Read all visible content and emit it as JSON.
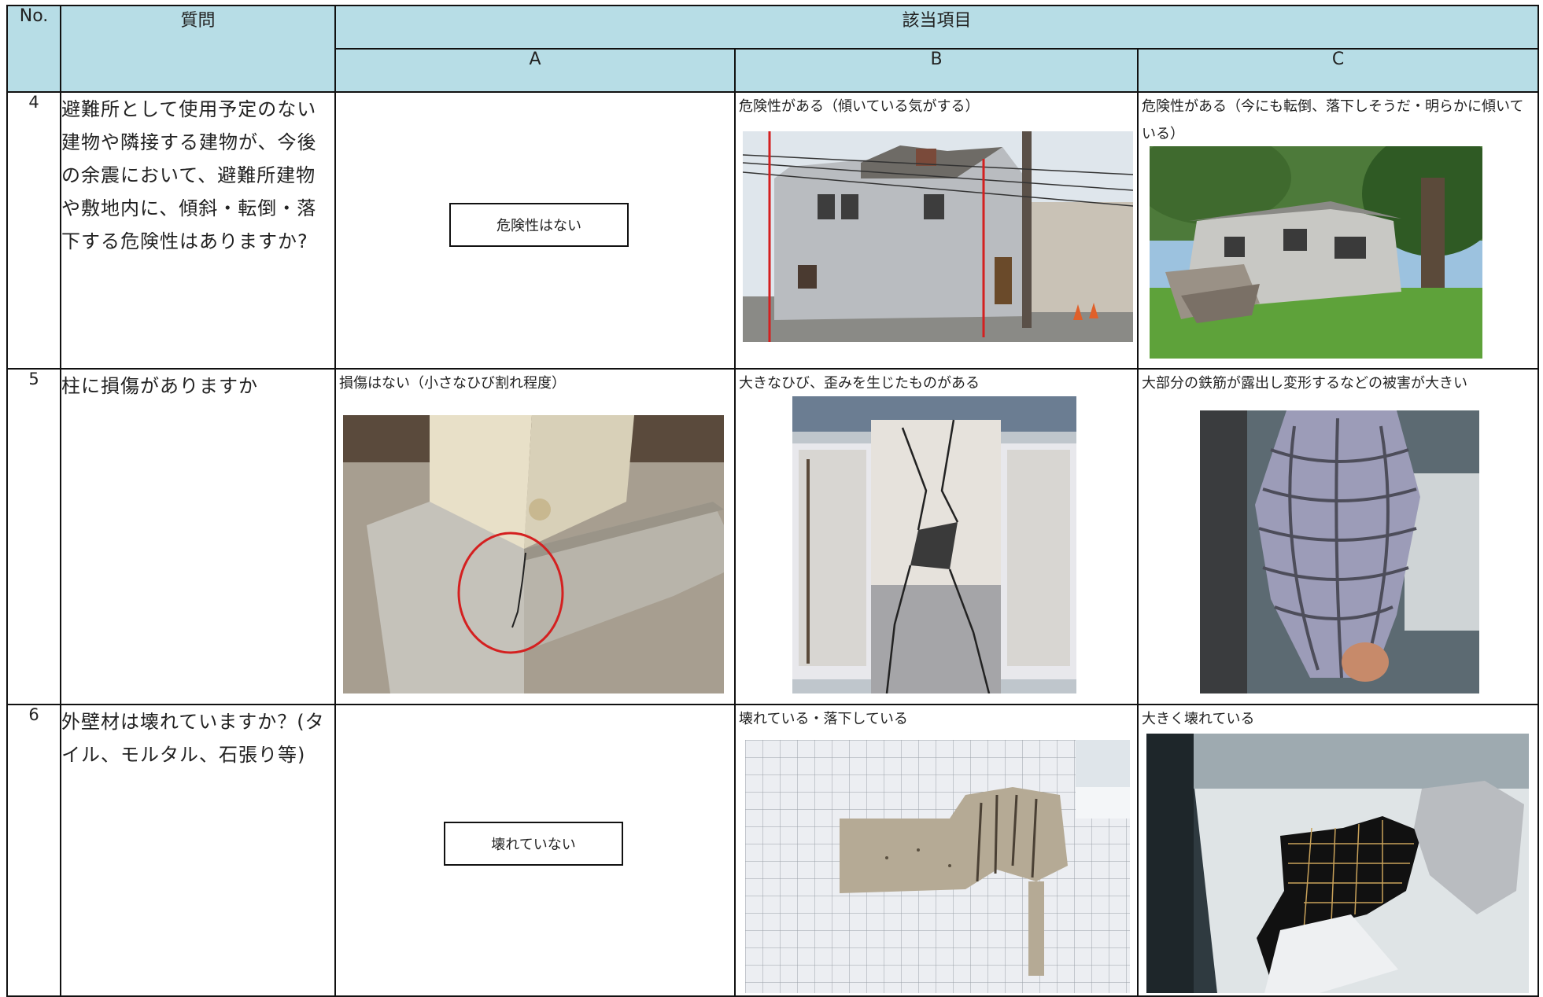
{
  "header": {
    "no": "No.",
    "question": "質問",
    "applicable": "該当項目",
    "col_a": "A",
    "col_b": "B",
    "col_c": "C"
  },
  "rows": [
    {
      "no": "4",
      "question": "避難所として使用予定のない建物や隣接する建物が、今後の余震において、避難所建物や敷地内に、傾斜・転倒・落下する危険性はありますか?",
      "a_box": "危険性はない",
      "b_caption": "危険性がある（傾いている気がする）",
      "b_photo_icon": "leaning-house-photo",
      "c_caption": "危険性がある（今にも転倒、落下しそうだ・明らかに傾いている）",
      "c_photo_icon": "collapsed-house-photo"
    },
    {
      "no": "5",
      "question": "柱に損傷がありますか",
      "a_caption": "損傷はない（小さなひび割れ程度）",
      "a_photo_icon": "column-base-crack-photo",
      "b_caption": "大きなひび、歪みを生じたものがある",
      "b_photo_icon": "cracked-column-photo",
      "c_caption": "大部分の鉄筋が露出し変形するなどの被害が大きい",
      "c_photo_icon": "exposed-rebar-column-photo"
    },
    {
      "no": "6",
      "question": "外壁材は壊れていますか？(タイル、モルタル、石張り等)",
      "a_box": "壊れていない",
      "b_caption": "壊れている・落下している",
      "b_photo_icon": "broken-tile-wall-photo",
      "c_caption": "大きく壊れている",
      "c_photo_icon": "heavily-broken-wall-photo"
    }
  ],
  "colors": {
    "header_bg": "#b7dde6",
    "border": "#111111",
    "marker_red": "#d42020"
  }
}
